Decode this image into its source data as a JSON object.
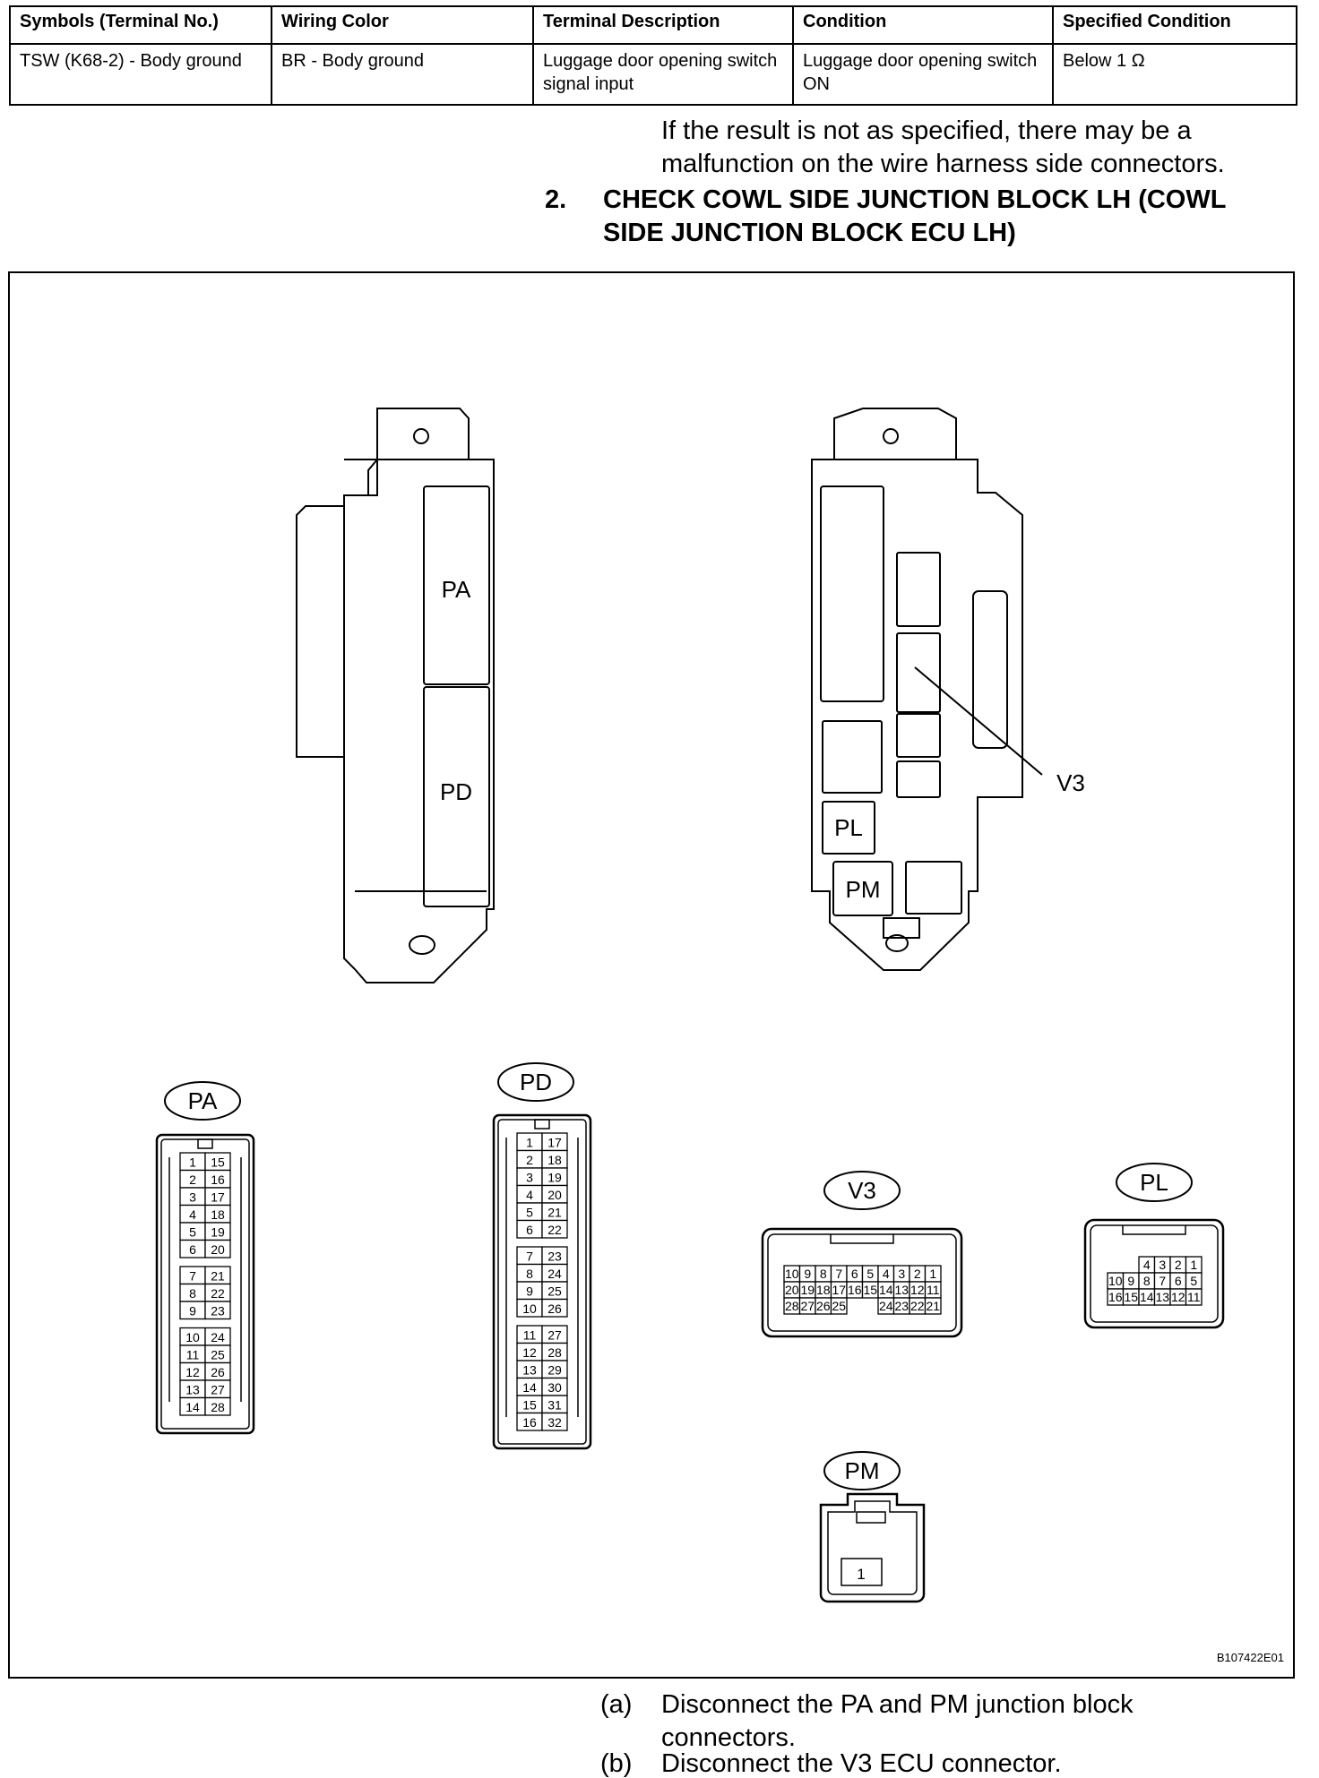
{
  "table": {
    "headers": [
      "Symbols (Terminal No.)",
      "Wiring Color",
      "Terminal Description",
      "Condition",
      "Specified Condition"
    ],
    "rows": [
      [
        "TSW (K68-2) - Body ground",
        "BR - Body ground",
        "Luggage door opening switch signal input",
        "Luggage door opening switch ON",
        "Below 1 Ω"
      ]
    ]
  },
  "note": {
    "line1": "If the result is not as specified, there may be a",
    "line2": "malfunction on the wire harness side connectors."
  },
  "step": {
    "number": "2.",
    "title_line1": "CHECK COWL SIDE JUNCTION BLOCK LH (COWL",
    "title_line2": "SIDE JUNCTION BLOCK ECU LH)"
  },
  "figure": {
    "id": "B107422E01",
    "block_labels": {
      "pa": "PA",
      "pd": "PD",
      "v3": "V3",
      "pl": "PL",
      "pm": "PM"
    },
    "connectors": {
      "pa": {
        "label": "PA",
        "pins": [
          [
            "1",
            "15"
          ],
          [
            "2",
            "16"
          ],
          [
            "3",
            "17"
          ],
          [
            "4",
            "18"
          ],
          [
            "5",
            "19"
          ],
          [
            "6",
            "20"
          ],
          [
            "7",
            "21"
          ],
          [
            "8",
            "22"
          ],
          [
            "9",
            "23"
          ],
          [
            "10",
            "24"
          ],
          [
            "11",
            "25"
          ],
          [
            "12",
            "26"
          ],
          [
            "13",
            "27"
          ],
          [
            "14",
            "28"
          ]
        ]
      },
      "pd": {
        "label": "PD",
        "pins": [
          [
            "1",
            "17"
          ],
          [
            "2",
            "18"
          ],
          [
            "3",
            "19"
          ],
          [
            "4",
            "20"
          ],
          [
            "5",
            "21"
          ],
          [
            "6",
            "22"
          ],
          [
            "7",
            "23"
          ],
          [
            "8",
            "24"
          ],
          [
            "9",
            "25"
          ],
          [
            "10",
            "26"
          ],
          [
            "11",
            "27"
          ],
          [
            "12",
            "28"
          ],
          [
            "13",
            "29"
          ],
          [
            "14",
            "30"
          ],
          [
            "15",
            "31"
          ],
          [
            "16",
            "32"
          ]
        ]
      },
      "v3": {
        "label": "V3",
        "pins": [
          [
            "10",
            "9",
            "8",
            "7",
            "6",
            "5",
            "4",
            "3",
            "2",
            "1"
          ],
          [
            "20",
            "19",
            "18",
            "17",
            "16",
            "15",
            "14",
            "13",
            "12",
            "11"
          ],
          [
            "28",
            "27",
            "26",
            "25",
            "",
            "",
            "24",
            "23",
            "22",
            "21"
          ]
        ]
      },
      "pl": {
        "label": "PL",
        "pins": [
          [
            "",
            "",
            "4",
            "3",
            "2",
            "1"
          ],
          [
            "10",
            "9",
            "8",
            "7",
            "6",
            "5"
          ],
          [
            "16",
            "15",
            "14",
            "13",
            "12",
            "11"
          ]
        ]
      },
      "pm": {
        "label": "PM",
        "pins": [
          "1"
        ]
      }
    }
  },
  "steps": [
    {
      "marker": "(a)",
      "line1": "Disconnect the PA and PM junction block",
      "line2": "connectors."
    },
    {
      "marker": "(b)",
      "line1": "Disconnect the V3 ECU connector.",
      "line2": ""
    }
  ]
}
